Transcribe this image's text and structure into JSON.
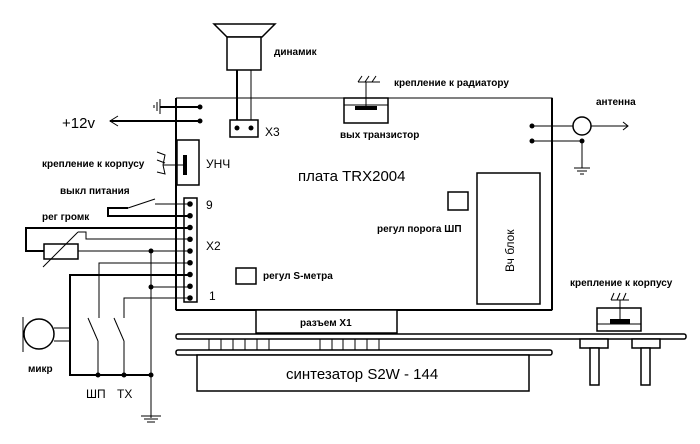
{
  "diagram": {
    "type": "wiring-diagram",
    "colors": {
      "line": "#000000",
      "background": "#ffffff"
    },
    "main_board": {
      "label": "плата TRX2004"
    },
    "speaker": {
      "label": "динамик",
      "connector": "X3"
    },
    "output_transistor": {
      "label": "вых транзистор",
      "mount_label": "крепление к радиатору"
    },
    "antenna": {
      "label": "антенна"
    },
    "power": {
      "label": "+12v"
    },
    "amplifier": {
      "label": "УНЧ",
      "mount_label": "крепление к корпусу"
    },
    "power_switch": {
      "label": "выкл питания"
    },
    "volume_control": {
      "label": "рег громк"
    },
    "connector_x2": {
      "label": "X2",
      "pin_first": "9",
      "pin_last": "1",
      "pin_count": 9
    },
    "squelch_adjust": {
      "label": "регул порога ШП"
    },
    "s_meter_adjust": {
      "label": "регул S-метра"
    },
    "rf_block": {
      "label": "Вч блок"
    },
    "microphone": {
      "label": "микр"
    },
    "buttons": {
      "squelch": "ШП",
      "tx": "TX"
    },
    "connector_x1": {
      "label": "разъем X1"
    },
    "synthesizer": {
      "label": "синтезатор S2W - 144"
    },
    "chassis_mount": {
      "label": "крепление к корпусу"
    }
  }
}
